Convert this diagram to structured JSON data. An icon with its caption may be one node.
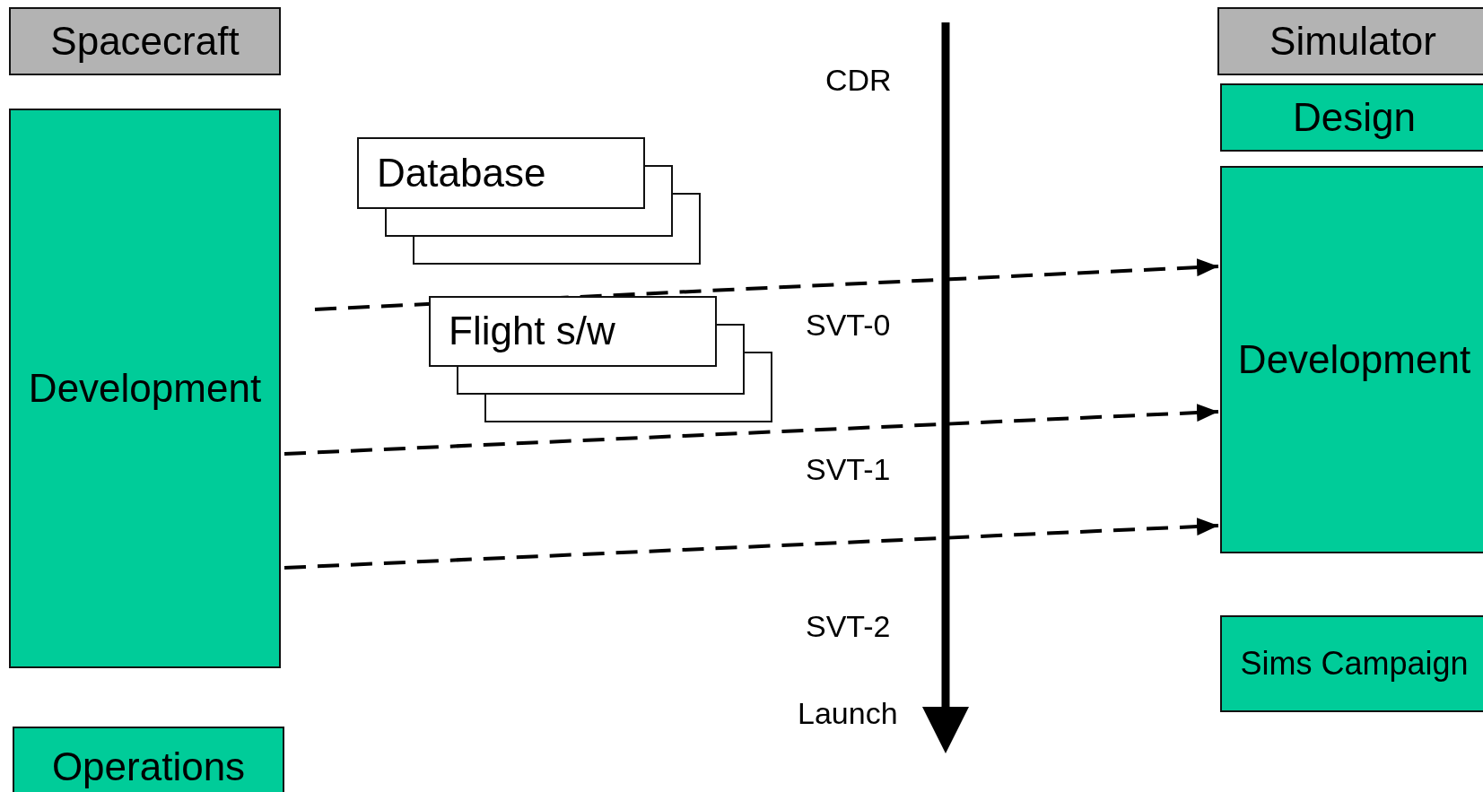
{
  "diagram": {
    "nodes": [
      {
        "text": [
          "Spacecraft"
        ]
      },
      {
        "text": [
          "Development"
        ]
      },
      {
        "text": [
          "Operations"
        ]
      },
      {
        "text": [
          "Database"
        ]
      },
      {
        "text": [
          "Flight s/w"
        ]
      },
      {
        "text": [
          "Simulator"
        ]
      },
      {
        "text": [
          "Design"
        ]
      },
      {
        "text": [
          "Development"
        ]
      },
      {
        "text": [
          "Sims Campaign"
        ]
      }
    ],
    "edges": [
      {
        "from": null,
        "to": 7,
        "arrow": "to",
        "style": "dashed"
      },
      {
        "from": 1,
        "to": 7,
        "arrow": "to",
        "style": "dashed"
      },
      {
        "from": 1,
        "to": 7,
        "arrow": "to",
        "style": "dashed"
      }
    ],
    "labels": [
      "CDR",
      "SVT-0",
      "SVT-1",
      "SVT-2",
      "Launch"
    ]
  }
}
